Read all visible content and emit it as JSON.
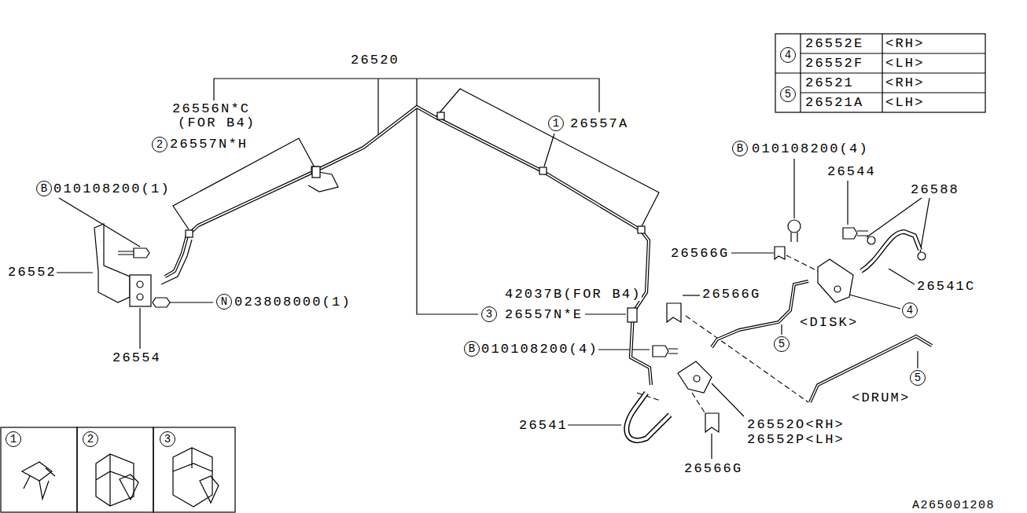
{
  "diagram": {
    "labels": [
      "26520",
      "26556N*C",
      "(FOR B4)",
      "2",
      "26557N*H",
      "B",
      "010108200(1)",
      "26552",
      "N",
      "023808000(1)",
      "26554",
      "1",
      "26557A",
      "42037B(FOR B4)",
      "3",
      "26557N*E",
      "B",
      "010108200(4)",
      "26541",
      "26552O<RH>",
      "26552P<LH>",
      "26566G",
      "B",
      "010108200(4)",
      "26544",
      "26588",
      "26566G",
      "26541C",
      "26566G",
      "4",
      "<DISK>",
      "5",
      "5",
      "<DRUM>",
      "4",
      "26552E",
      "<RH>",
      "26552F",
      "<LH>",
      "5",
      "26521",
      "<RH>",
      "26521A",
      "<LH>",
      "1",
      "2",
      "3",
      "A265001208"
    ]
  }
}
